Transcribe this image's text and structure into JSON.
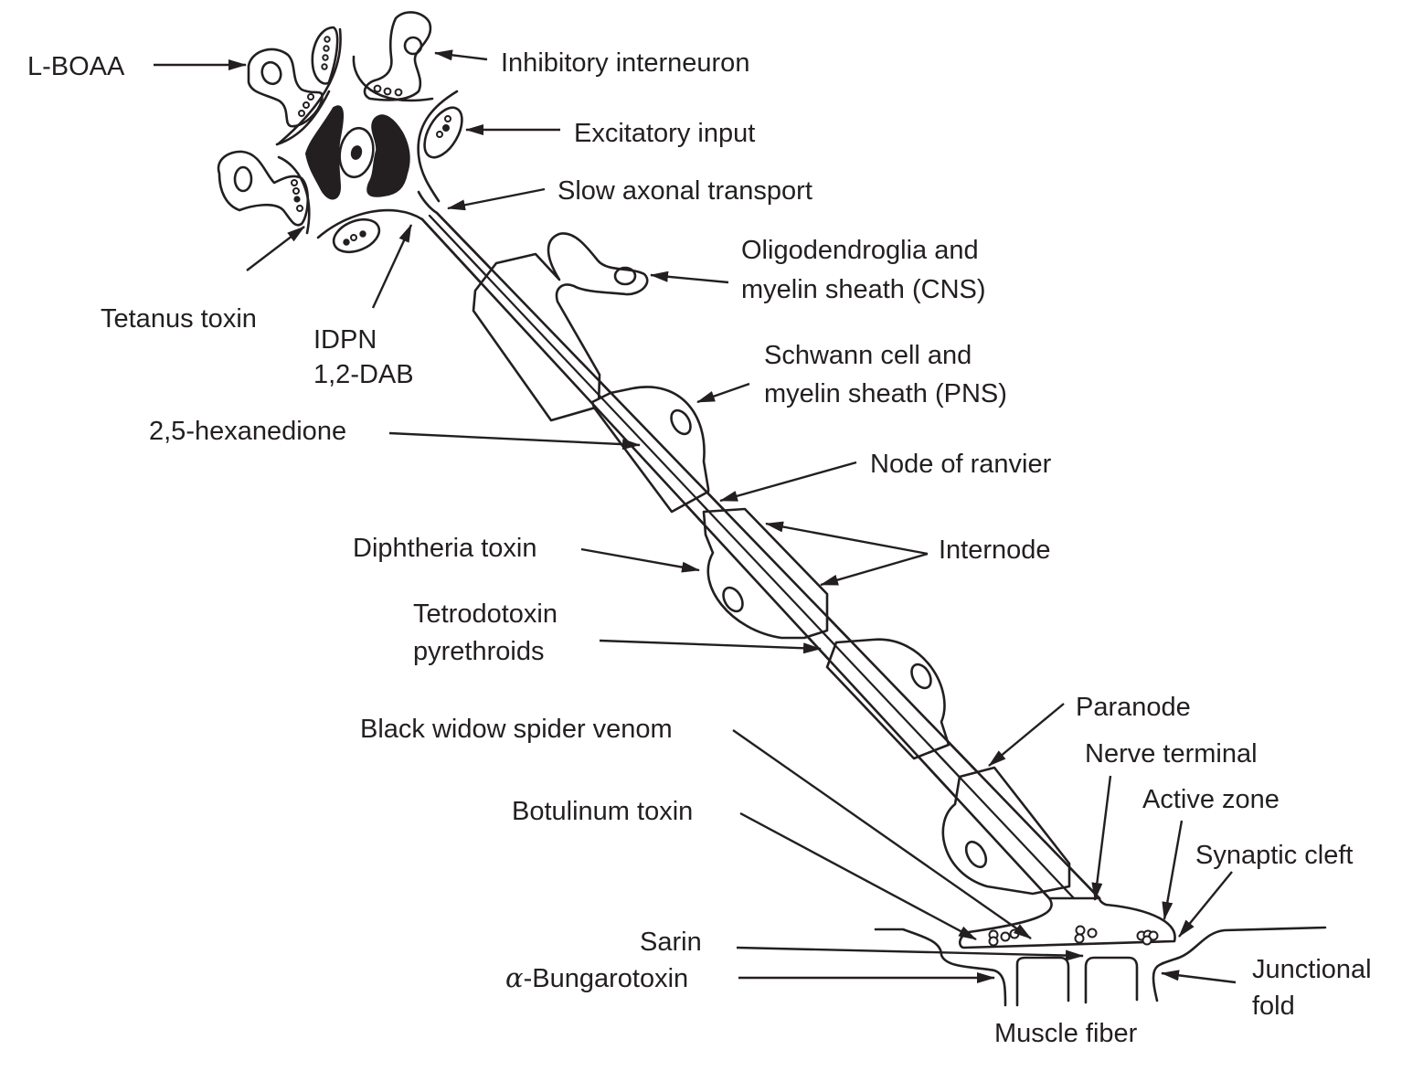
{
  "diagram": {
    "subject": "Neuron with myelinated axon and neuromuscular junction, annotated with neurotoxicant sites of action",
    "colors": {
      "ink": "#231f20",
      "background": "#ffffff"
    },
    "labels": {
      "l_boaa": "L-BOAA",
      "inhibitory_interneuron": "Inhibitory interneuron",
      "excitatory_input": "Excitatory input",
      "slow_axonal_transport": "Slow axonal transport",
      "oligodendroglia_1": "Oligodendroglia and",
      "oligodendroglia_2": "myelin sheath (CNS)",
      "tetanus_toxin": "Tetanus toxin",
      "idpn": "IDPN",
      "dab": "1,2-DAB",
      "schwann_1": "Schwann cell and",
      "schwann_2": "myelin sheath (PNS)",
      "hexanedione": "2,5-hexanedione",
      "node_of_ranvier": "Node of ranvier",
      "diphtheria_toxin": "Diphtheria toxin",
      "internode": "Internode",
      "tetrodotoxin": "Tetrodotoxin",
      "pyrethroids": "pyrethroids",
      "paranode": "Paranode",
      "black_widow": "Black widow spider venom",
      "nerve_terminal": "Nerve terminal",
      "active_zone": "Active zone",
      "botulinum_toxin": "Botulinum toxin",
      "synaptic_cleft": "Synaptic cleft",
      "sarin": "Sarin",
      "alpha_symbol": "α",
      "bungarotoxin": "-Bungarotoxin",
      "junctional_1": "Junctional",
      "junctional_2": "fold",
      "muscle_fiber": "Muscle fiber"
    }
  }
}
